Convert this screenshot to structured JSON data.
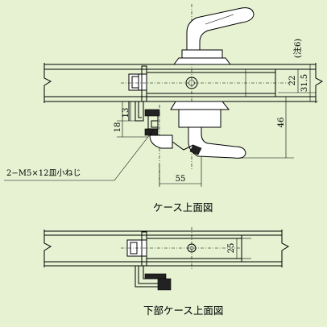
{
  "labels": {
    "screw": "2−M5×12皿小ねじ"
  },
  "dims": {
    "d22": "22",
    "d31_5": "31.5",
    "note6": "(注6)",
    "d46": "46",
    "d18": "18",
    "d13": "13",
    "d55": "55",
    "d25": "25"
  },
  "captions": {
    "case_top": "ケース上面図",
    "lower_case_top": "下部ケース上面図"
  }
}
